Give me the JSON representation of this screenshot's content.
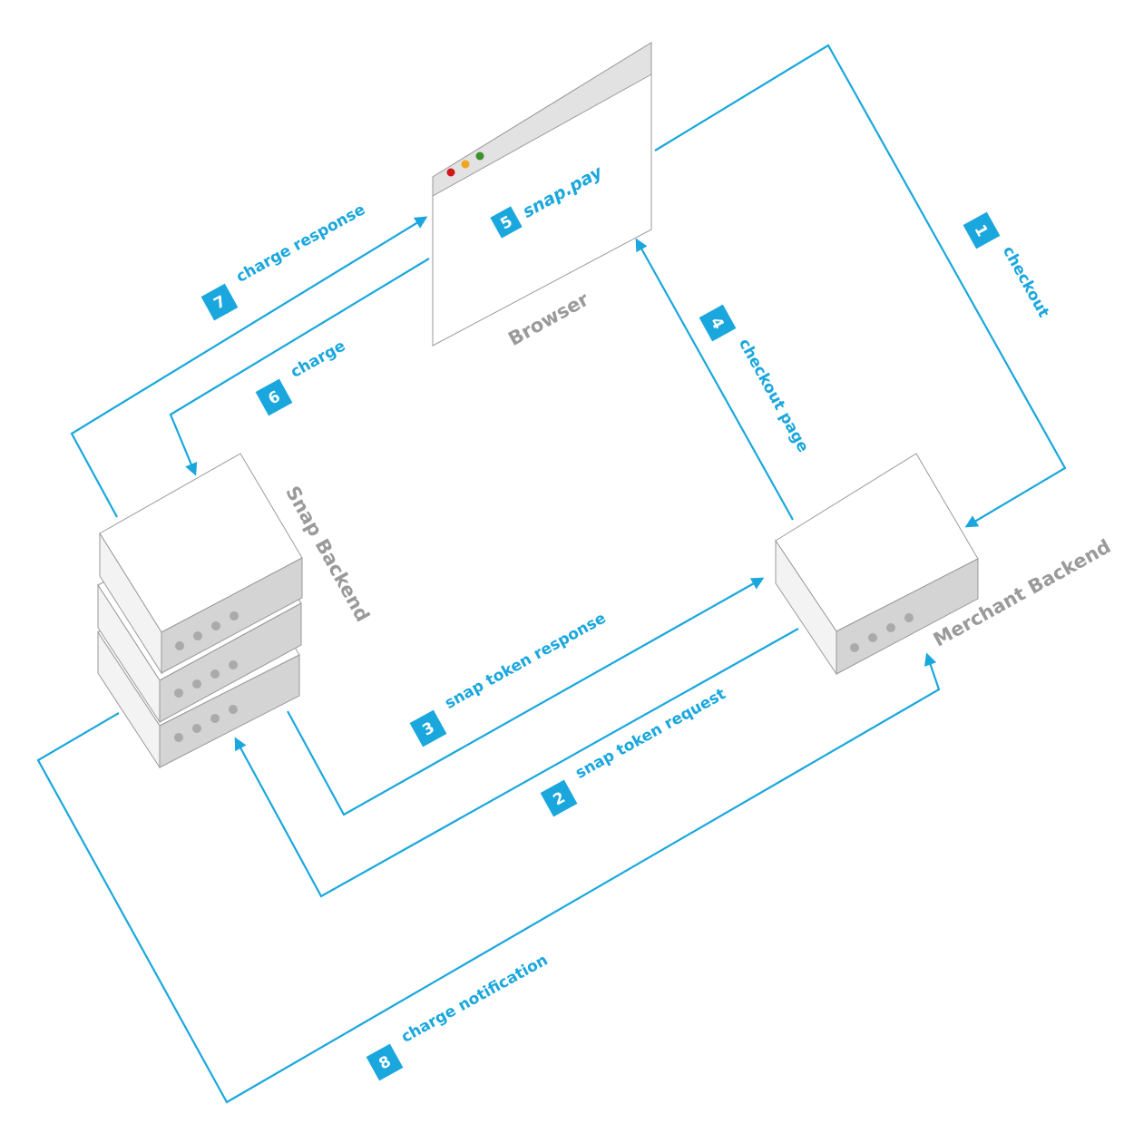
{
  "nodes": {
    "browser": {
      "label": "Browser",
      "brand": "snap.pay",
      "brand_step": "5"
    },
    "snap_backend": {
      "label": "Snap Backend"
    },
    "merchant_backend": {
      "label": "Merchant Backend"
    }
  },
  "steps": [
    {
      "number": "1",
      "label": "checkout"
    },
    {
      "number": "2",
      "label": "snap token request"
    },
    {
      "number": "3",
      "label": "snap token response"
    },
    {
      "number": "4",
      "label": "checkout page"
    },
    {
      "number": "6",
      "label": "charge"
    },
    {
      "number": "7",
      "label": "charge response"
    },
    {
      "number": "8",
      "label": "charge notification"
    }
  ],
  "colors": {
    "accent": "#1aa7dd",
    "label_gray": "#9a9a9a",
    "traffic_red": "#d0161e",
    "traffic_orange": "#f2a51d",
    "traffic_green": "#3f8f2f"
  }
}
